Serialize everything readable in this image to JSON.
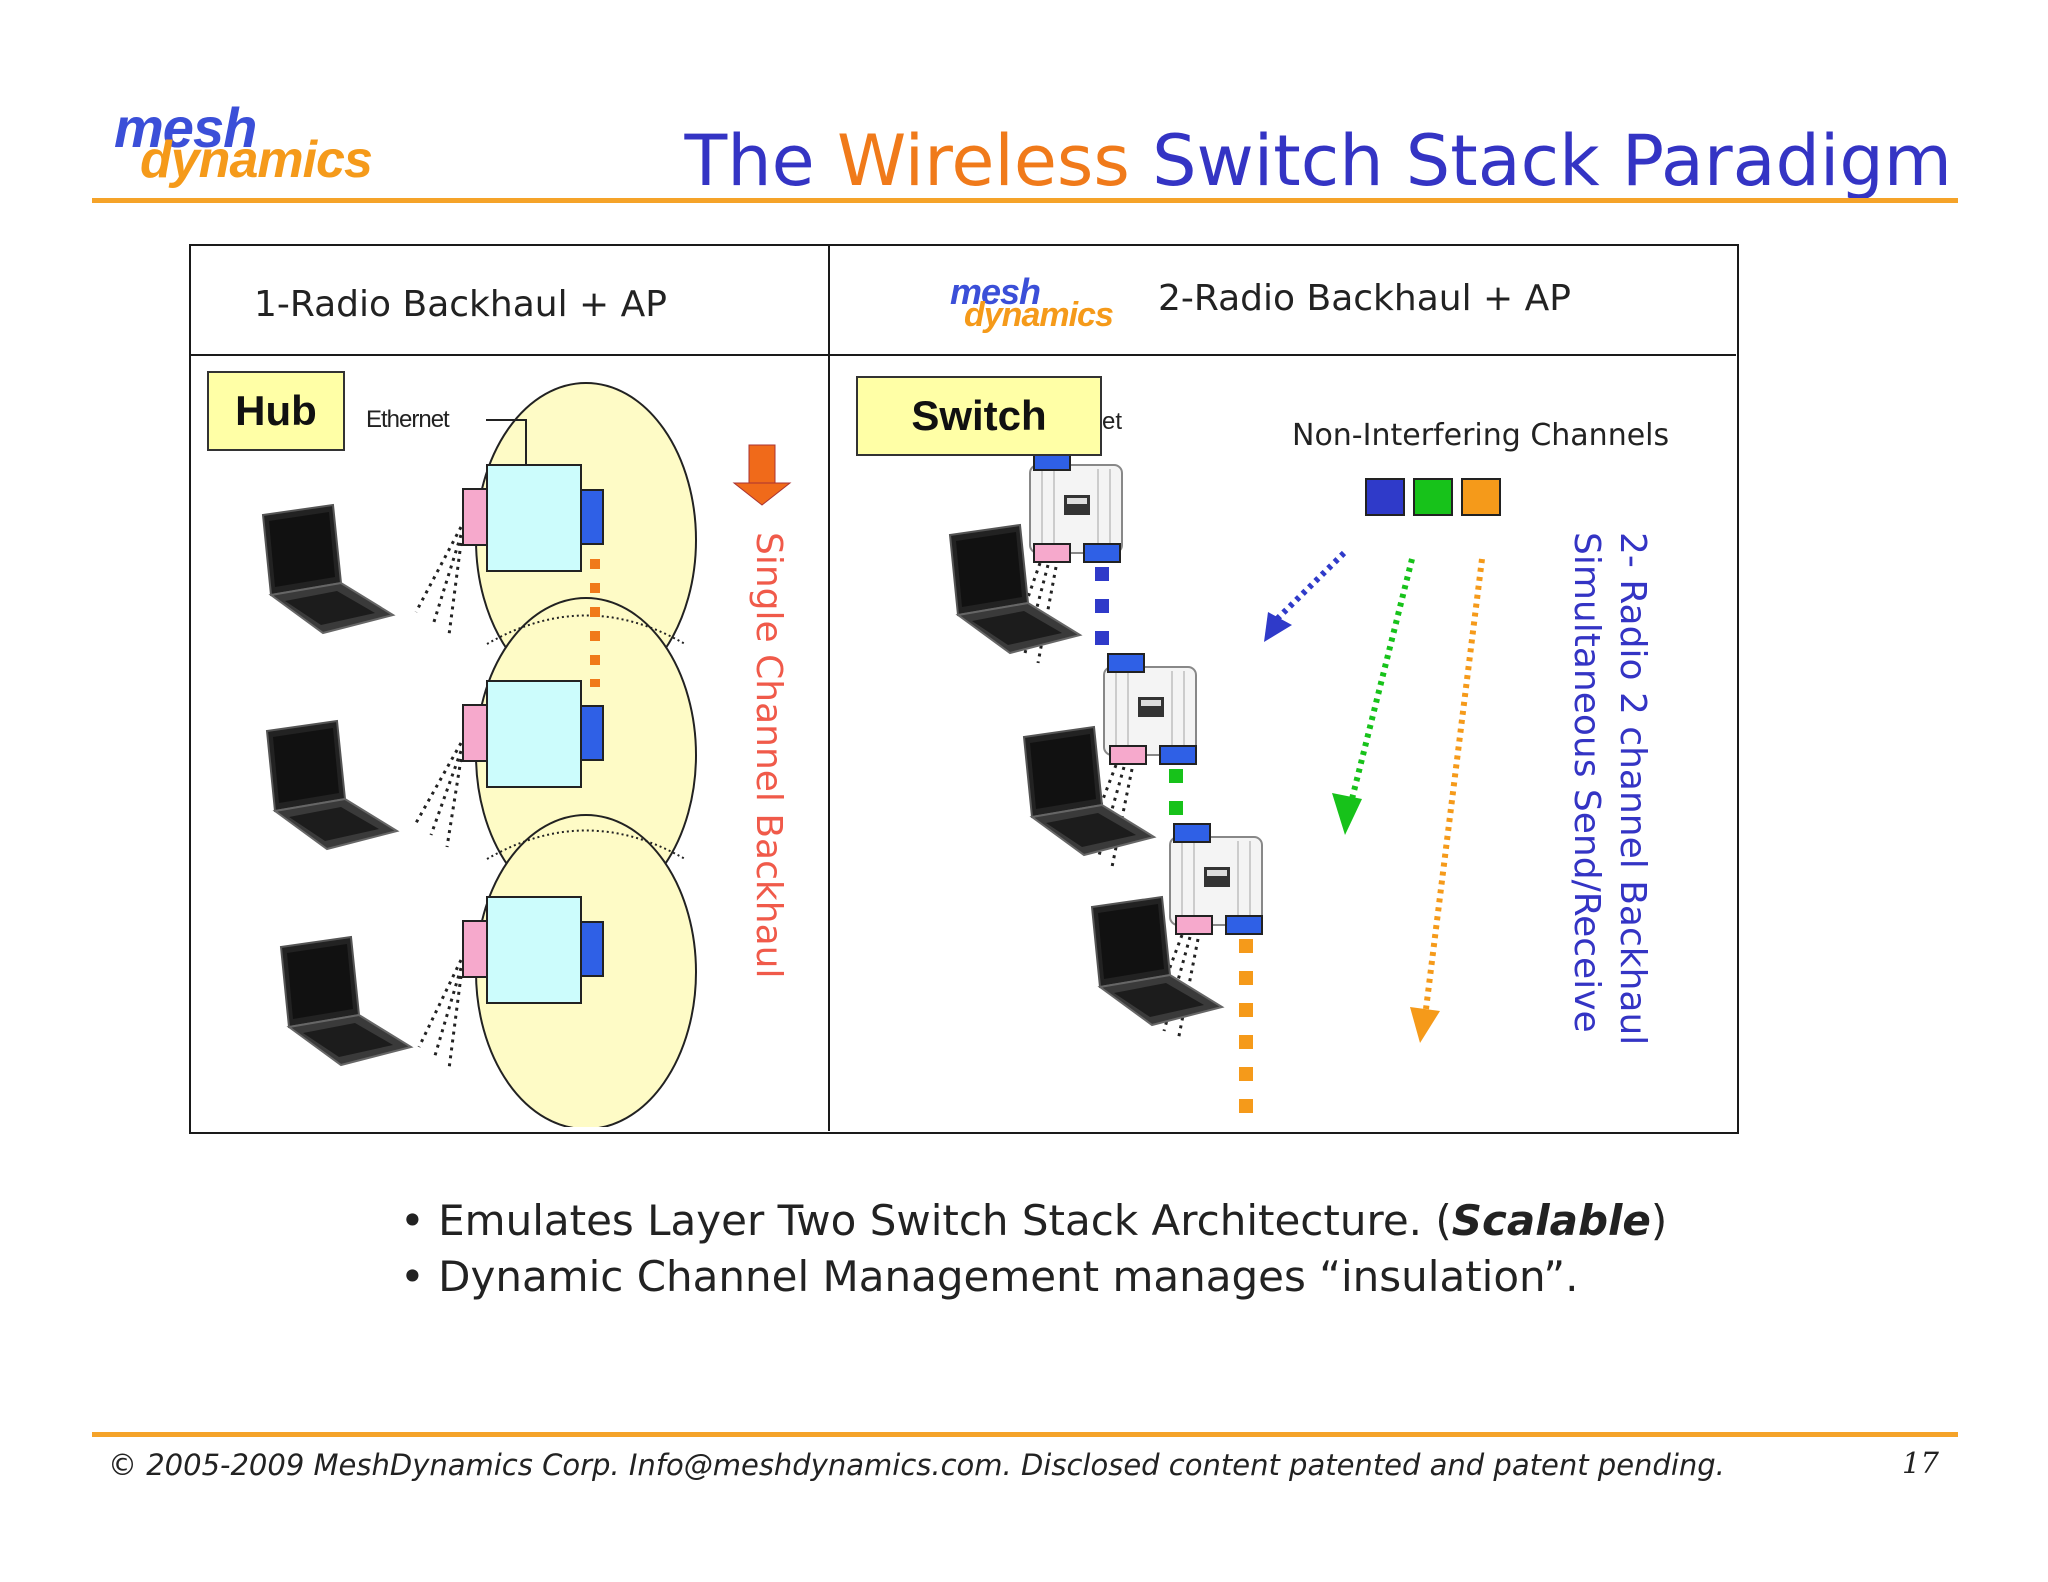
{
  "logo": {
    "line1": "mesh",
    "line2": "dynamics"
  },
  "title": {
    "part1": "The ",
    "accent": "Wireless",
    "part2": " Switch Stack Paradigm"
  },
  "colors": {
    "accent_orange": "#f5a329",
    "title_blue": "#3434c4",
    "accent_word": "#f07a1a"
  },
  "left_panel": {
    "header": "1-Radio Backhaul + AP",
    "tag": "Hub",
    "ethernet_label": "Ethernet",
    "vertical_label": "Single Channel Backhaul"
  },
  "right_panel": {
    "header": "2-Radio Backhaul + AP",
    "tag": "Switch",
    "ethernet_label": "et",
    "channels_label": "Non-Interfering Channels",
    "channel_colors": [
      "#2f3ac9",
      "#17c21a",
      "#f59a1a"
    ],
    "vertical_label_1": "2- Radio 2 channel Backhaul",
    "vertical_label_2": "Simultaneous Send/Receive"
  },
  "bullets": {
    "b1_prefix": "Emulates Layer Two Switch Stack Architecture. (",
    "b1_emph": "Scalable",
    "b1_suffix": ")",
    "b2": "Dynamic Channel Management manages “insulation”."
  },
  "footer": {
    "text": "© 2005-2009 MeshDynamics Corp.   Info@meshdynamics.com.   Disclosed content patented and patent pending.",
    "page": "17"
  }
}
